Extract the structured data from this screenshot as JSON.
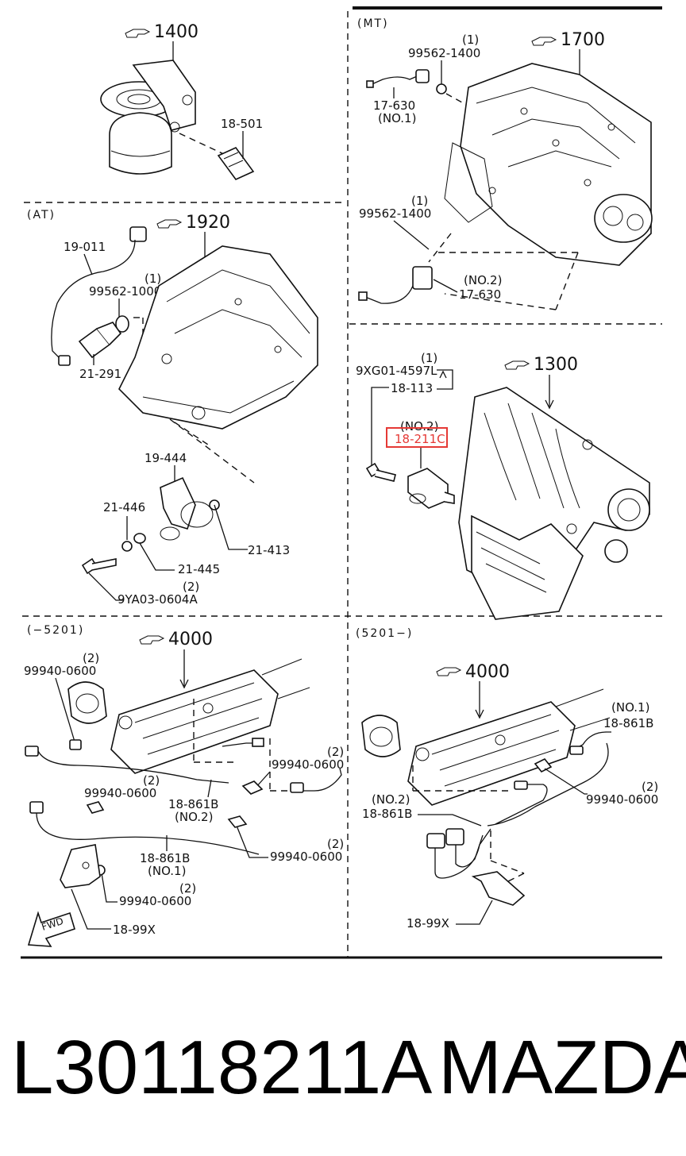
{
  "sections": {
    "mt": "(MT)",
    "at": "(AT)",
    "before_5201": "(−5201)",
    "after_5201": "(5201−)"
  },
  "refs": {
    "r1400": "1400",
    "r1700": "1700",
    "r1920": "1920",
    "r1300": "1300",
    "r4000a": "4000",
    "r4000b": "4000"
  },
  "labels": {
    "p18_501": "18-501",
    "p99562_1400_a_qty": "(1)",
    "p99562_1400_a": "99562-1400",
    "p17_630_a": "17-630",
    "p17_630_a_no": "(NO.1)",
    "p99562_1400_b_qty": "(1)",
    "p99562_1400_b": "99562-1400",
    "p17_630_b_no": "(NO.2)",
    "p17_630_b": "17-630",
    "p19_011": "19-011",
    "p99562_1000_qty": "(1)",
    "p99562_1000": "99562-1000",
    "p21_291": "21-291",
    "p19_444": "19-444",
    "p21_446": "21-446",
    "p21_413": "21-413",
    "p21_445": "21-445",
    "p9ya03_qty": "(2)",
    "p9ya03": "9YA03-0604A",
    "p9xg01_qty": "(1)",
    "p9xg01": "9XG01-4597L",
    "p18_113": "18-113",
    "p18_211c_no": "(NO.2)",
    "p18_211c": "18-211C",
    "l_99940_a_qty": "(2)",
    "l_99940_a": "99940-0600",
    "l_99940_b_qty": "(2)",
    "l_99940_b": "99940-0600",
    "l_99940_c_qty": "(2)",
    "l_99940_c": "99940-0600",
    "l_18_861b_no2": "18-861B",
    "l_18_861b_no2_tag": "(NO.2)",
    "l_99940_d_qty": "(2)",
    "l_99940_d": "99940-0600",
    "l_18_861b_no1": "18-861B",
    "l_18_861b_no1_tag": "(NO.1)",
    "l_99940_e_qty": "(2)",
    "l_99940_e": "99940-0600",
    "l_18_99x": "18-99X",
    "r_18_861b_no1_tag": "(NO.1)",
    "r_18_861b_no1": "18-861B",
    "r_99940_qty": "(2)",
    "r_99940": "99940-0600",
    "r_18_861b_no2_tag": "(NO.2)",
    "r_18_861b_no2": "18-861B",
    "r_18_99x": "18-99X",
    "fwd": "FWD"
  },
  "highlight_color": "#e53935",
  "footer": {
    "part_number": "L30118211A",
    "brand": "MAZDA"
  }
}
